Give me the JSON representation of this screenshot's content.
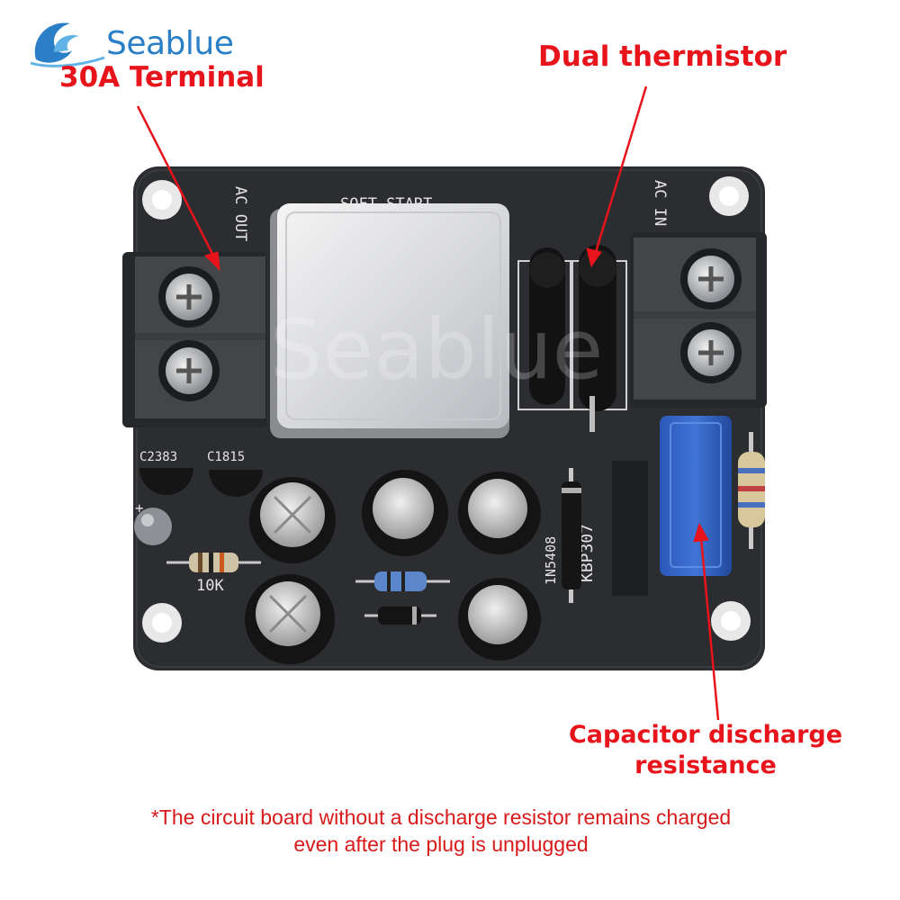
{
  "brand": {
    "name": "Seablue",
    "watermark": "Seablue",
    "color": "#2a7fc7"
  },
  "callouts": {
    "terminal": "30A Terminal",
    "thermistor": "Dual thermistor",
    "discharge": "Capacitor discharge resistance",
    "color": "#e8141b"
  },
  "footnote": {
    "line1": "*The circuit board without a discharge resistor remains charged",
    "line2": "even after the plug is unplugged"
  },
  "board_labels": {
    "soft_start": "SOFT  START",
    "ac_out": "AC OUT",
    "ac_in": "AC IN",
    "transistor1": "C2383",
    "transistor2": "C1815",
    "resistor": "10K",
    "diode": "1N5408",
    "rectifier": "KBP307"
  },
  "icons": {
    "logo": "wave-logo-icon"
  }
}
